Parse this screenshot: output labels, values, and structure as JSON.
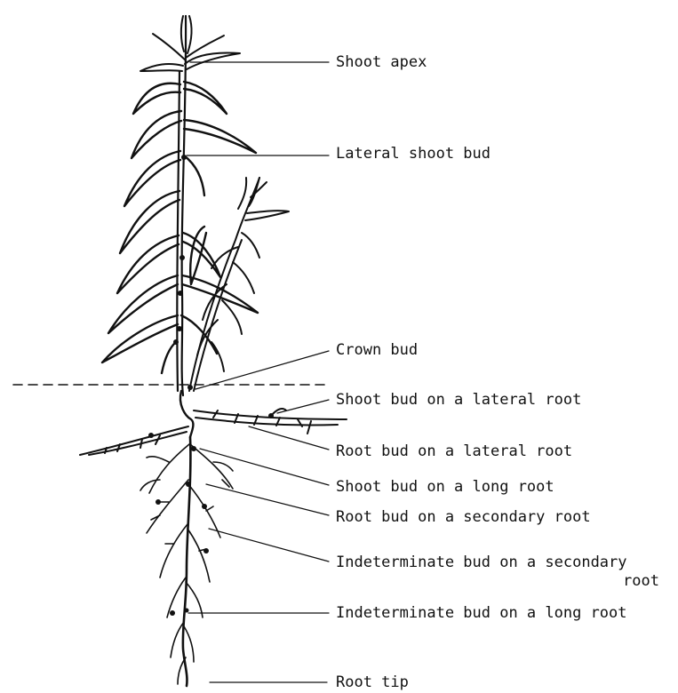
{
  "labels": {
    "shoot_apex": "Shoot apex",
    "lateral_shoot_bud": "Lateral shoot bud",
    "crown_bud": "Crown bud",
    "shoot_bud_lateral_root": "Shoot bud on a lateral root",
    "root_bud_lateral_root": "Root bud on a lateral root",
    "shoot_bud_long_root": "Shoot bud on a long root",
    "root_bud_secondary_root": "Root bud on a secondary root",
    "indeterminate_bud_secondary_root_line1": "Indeterminate bud on a secondary",
    "indeterminate_bud_secondary_root_line2": "root",
    "indeterminate_bud_long_root": "Indeterminate bud on a long root",
    "root_tip": "Root tip"
  }
}
